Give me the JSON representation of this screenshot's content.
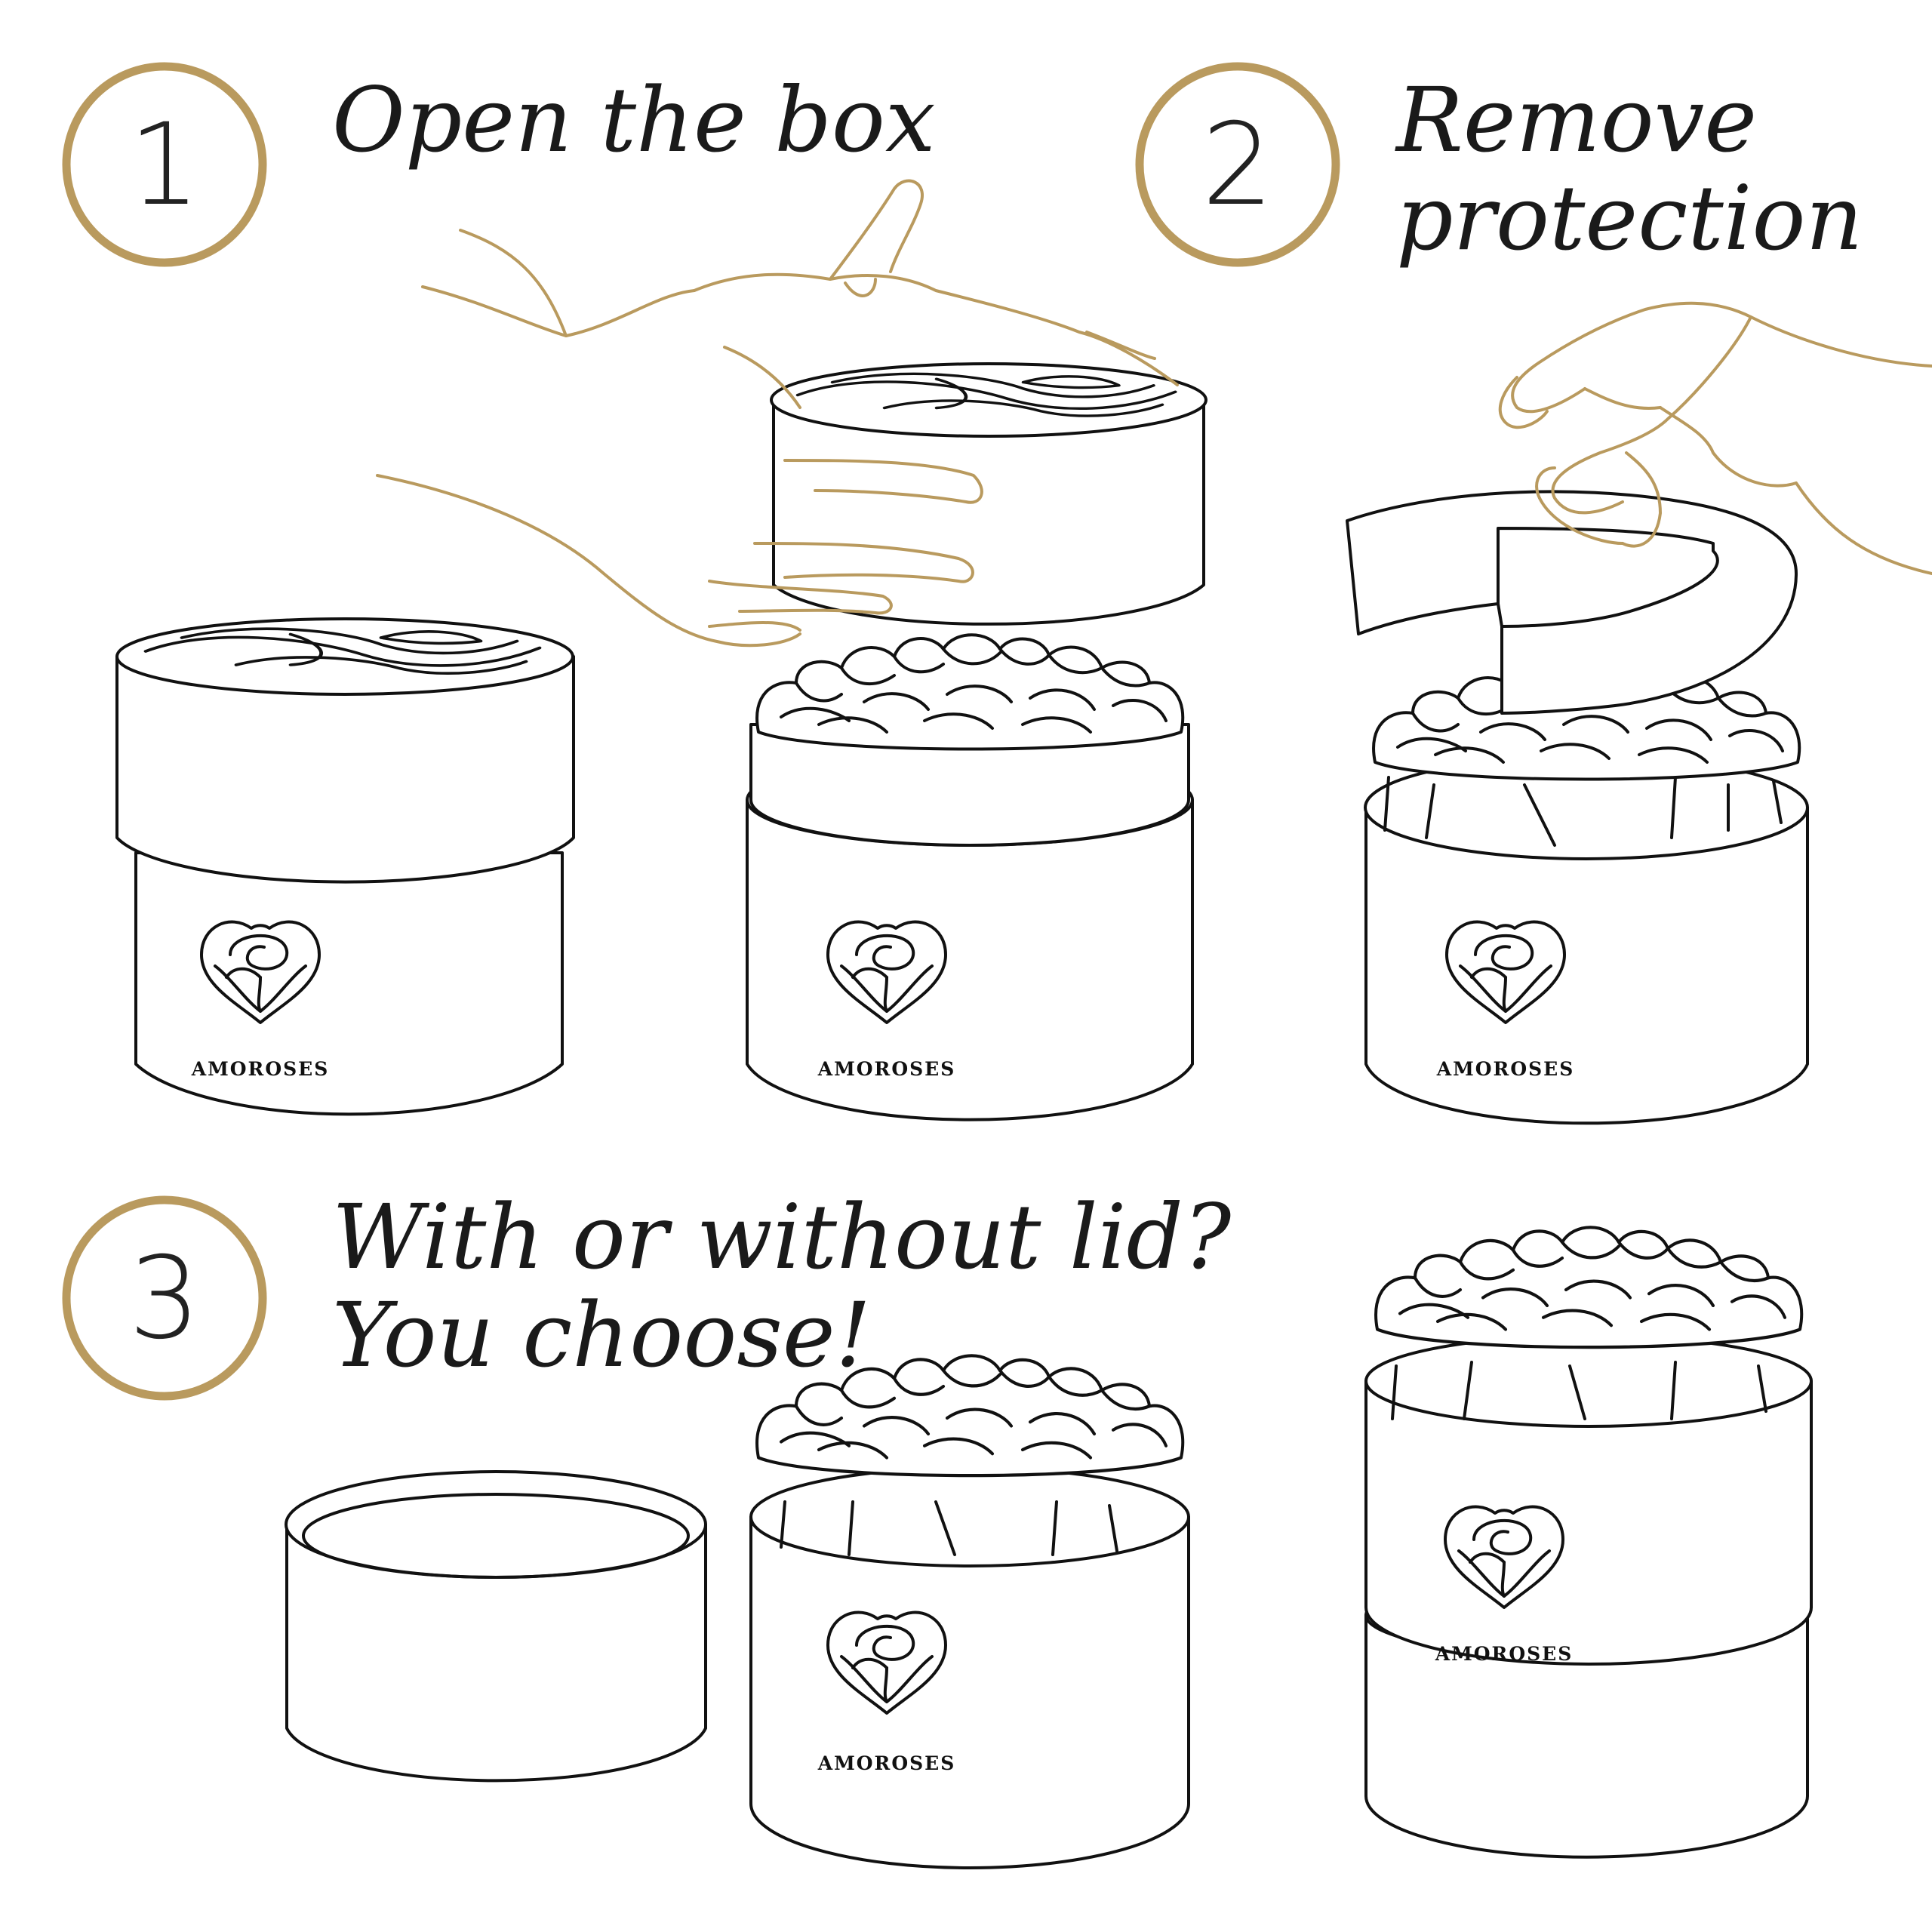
{
  "steps": [
    {
      "number": "1",
      "title_lines": [
        "Open the box"
      ]
    },
    {
      "number": "2",
      "title_lines": [
        "Remove",
        "protection"
      ]
    },
    {
      "number": "3",
      "title_lines": [
        "With or without lid?",
        "You choose!"
      ]
    }
  ],
  "brand": {
    "name": "AMOROSES"
  },
  "colors": {
    "accent_gold": "#b99a5e",
    "line": "#111111",
    "background": "#ffffff"
  }
}
